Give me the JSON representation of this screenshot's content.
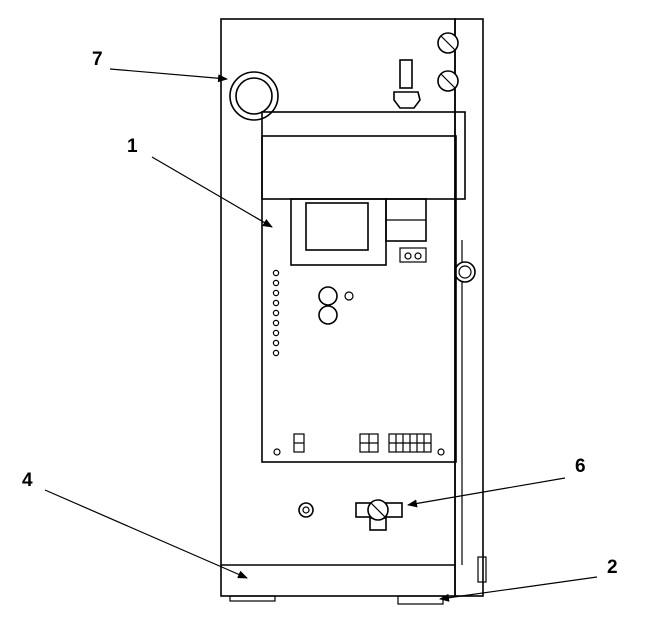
{
  "diagram": {
    "callouts": [
      {
        "id": "callout-7",
        "label": "7"
      },
      {
        "id": "callout-1",
        "label": "1"
      },
      {
        "id": "callout-4",
        "label": "4"
      },
      {
        "id": "callout-6",
        "label": "6"
      },
      {
        "id": "callout-2",
        "label": "2"
      }
    ]
  }
}
